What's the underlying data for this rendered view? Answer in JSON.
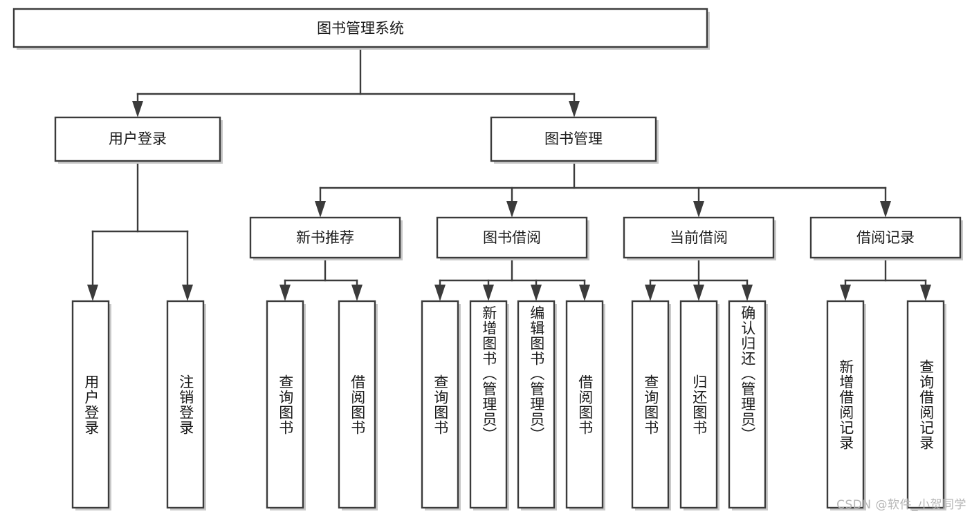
{
  "diagram": {
    "type": "tree-hierarchy",
    "title": "图书管理系统",
    "watermark": "CSDN @软件_小贺同学",
    "colors": {
      "stroke": "#3b3b3b",
      "box_fill": "#ffffff",
      "text": "#1b1b1b",
      "shadow": "#c9c9c9",
      "watermark": "#b6b6b6",
      "background": "#ffffff"
    },
    "root": {
      "label": "图书管理系统"
    },
    "level2": [
      {
        "label": "用户登录"
      },
      {
        "label": "图书管理"
      }
    ],
    "level3": [
      {
        "label": "新书推荐",
        "parent": "图书管理"
      },
      {
        "label": "图书借阅",
        "parent": "图书管理"
      },
      {
        "label": "当前借阅",
        "parent": "图书管理"
      },
      {
        "label": "借阅记录",
        "parent": "图书管理"
      }
    ],
    "leaves": {
      "用户登录": [
        {
          "label": "用户登录"
        },
        {
          "label": "注销登录"
        }
      ],
      "新书推荐": [
        {
          "label": "查询图书"
        },
        {
          "label": "借阅图书"
        }
      ],
      "图书借阅": [
        {
          "label": "查询图书"
        },
        {
          "label": "新增图书（管理员）"
        },
        {
          "label": "编辑图书（管理员）"
        },
        {
          "label": "借阅图书"
        }
      ],
      "当前借阅": [
        {
          "label": "查询图书"
        },
        {
          "label": "归还图书"
        },
        {
          "label": "确认归还（管理员）"
        }
      ],
      "借阅记录": [
        {
          "label": "新增借阅记录"
        },
        {
          "label": "查询借阅记录"
        }
      ]
    }
  }
}
